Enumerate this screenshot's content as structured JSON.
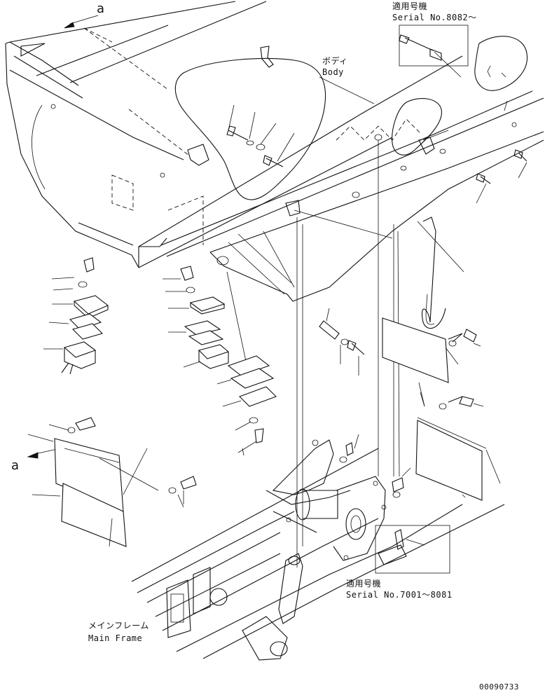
{
  "labels": {
    "ref_a_top": "a",
    "ref_a_left": "a",
    "body_jp": "ボディ",
    "body_en": "Body",
    "serial_top_jp": "適用号機",
    "serial_top_en": "Serial No.8082～",
    "serial_bottom_jp": "適用号機",
    "serial_bottom_en": "Serial No.7001～8081",
    "frame_jp": "メインフレーム",
    "frame_en": "Main Frame",
    "drawing_number": "00090733"
  }
}
